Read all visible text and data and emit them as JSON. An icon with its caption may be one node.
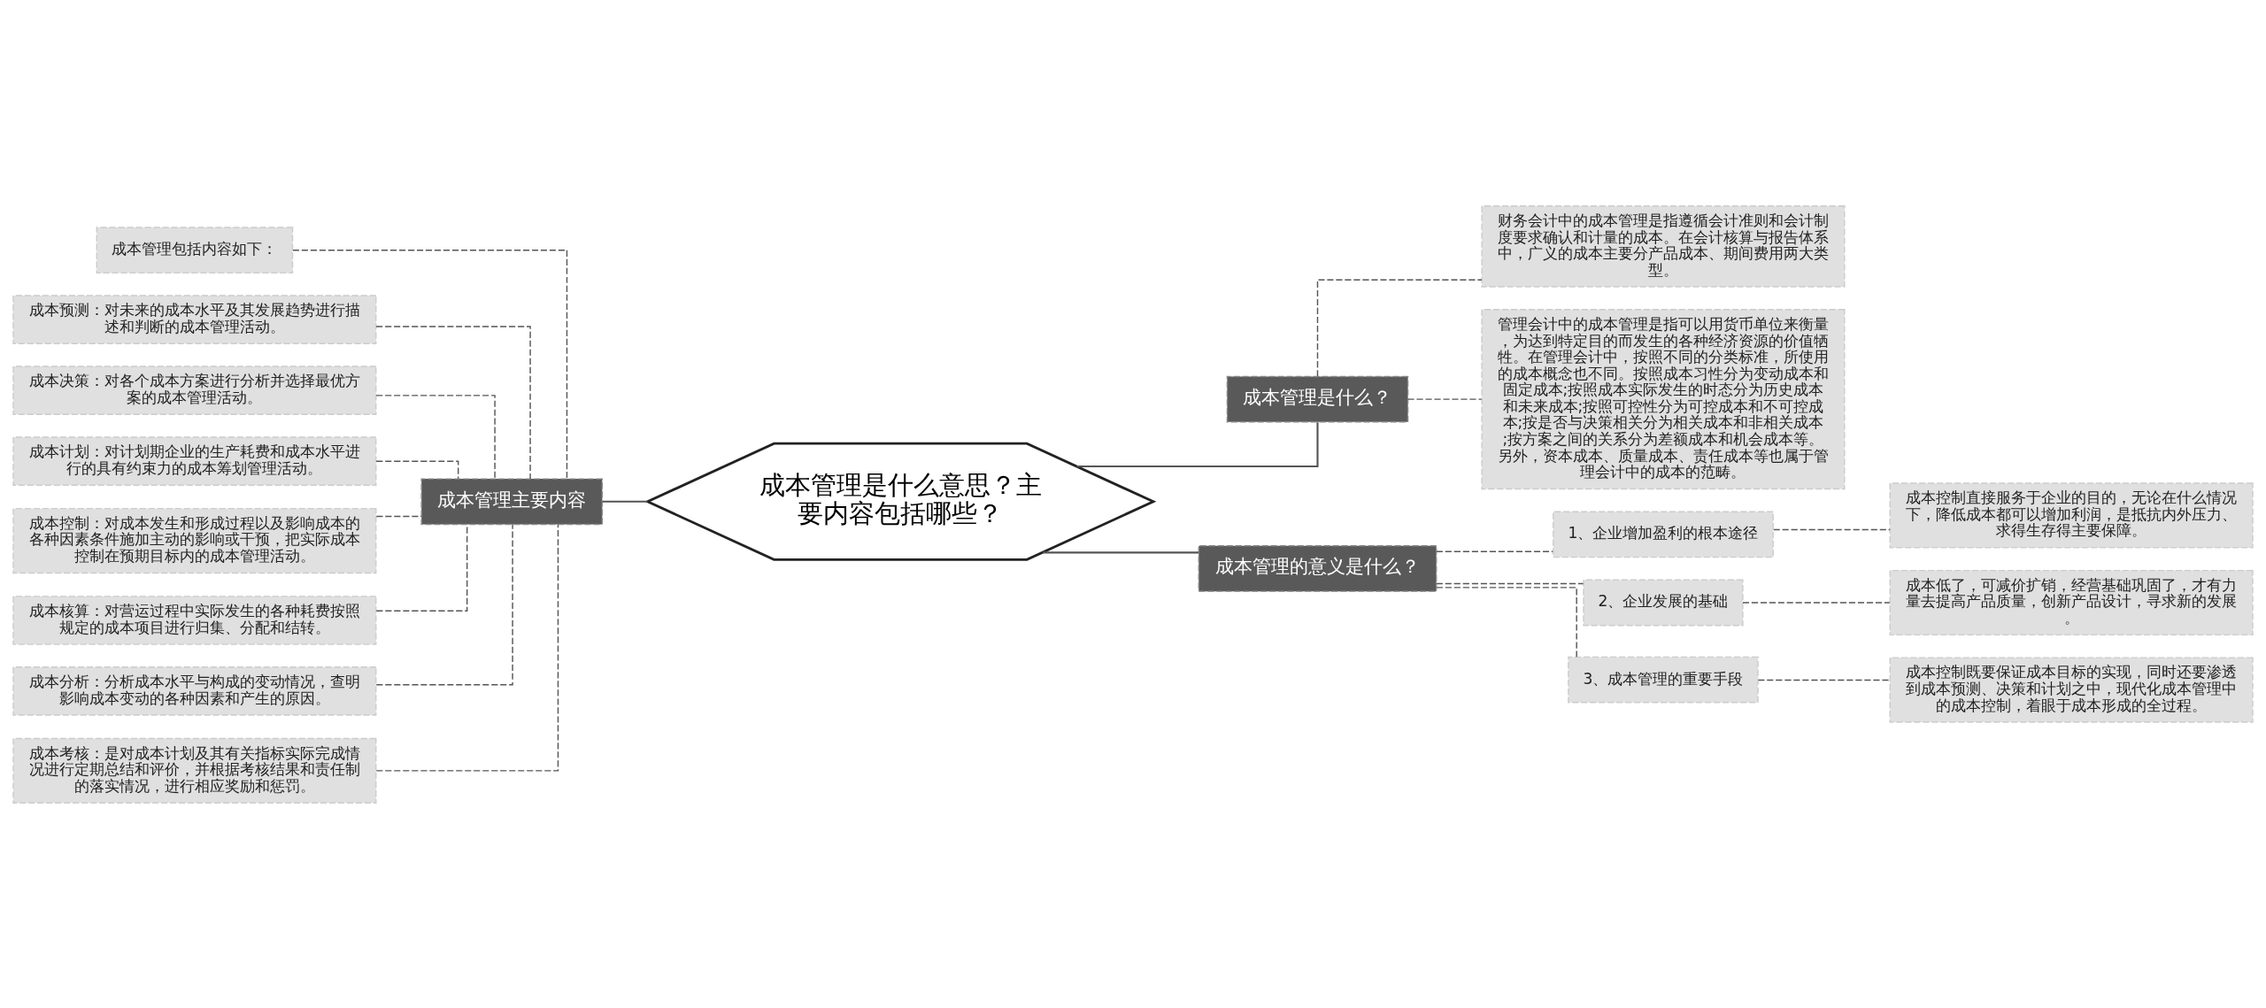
{
  "diagram": {
    "nodes": [
      {
        "text": [
          "成本管理是什么意思？主要内容包括哪些？"
        ]
      },
      {
        "text": [
          "成本管理主要内容"
        ]
      },
      {
        "text": [
          "成本管理包括内容如下："
        ]
      },
      {
        "text": [
          "成本预测：对未来的成本水平及其发展趋势进行描述和判断的成本管理活动。"
        ]
      },
      {
        "text": [
          "成本决策：对各个成本方案进行分析并选择最优方案的成本管理活动。"
        ]
      },
      {
        "text": [
          "成本计划：对计划期企业的生产耗费和成本水平进行的具有约束力的成本筹划管理活动。"
        ]
      },
      {
        "text": [
          "成本控制：对成本发生和形成过程以及影响成本的各种因素条件施加主动的影响或干预，把实际成本控制在预期目标内的成本管理活动。"
        ]
      },
      {
        "text": [
          "成本核算：对营运过程中实际发生的各种耗费按照规定的成本项目进行归集、分配和结转。"
        ]
      },
      {
        "text": [
          "成本分析：分析成本水平与构成的变动情况，查明影响成本变动的各种因素和产生的原因。"
        ]
      },
      {
        "text": [
          "成本考核：是对成本计划及其有关指标实际完成情况进行定期总结和评价，并根据考核结果和责任制的落实情况，进行相应奖励和惩罚。"
        ]
      },
      {
        "text": [
          "成本管理是什么？"
        ]
      },
      {
        "text": [
          "财务会计中的成本管理是指遵循会计准则和会计制度要求确认和计量的成本。在会计核算与报告体系中，广义的成本主要分产品成本、期间费用两大类型。"
        ]
      },
      {
        "text": [
          "管理会计中的成本管理是指可以用货币单位来衡量，为达到特定目的而发生的各种经济资源的价值牺牲。在管理会计中，按照不同的分类标准，所使用的成本概念也不同。按照成本习性分为变动成本和固定成本;按照成本实际发生的时态分为历史成本和未来成本;按照可控性分为可控成本和不可控成本;按是否与决策相关分为相关成本和非相关成本;按方案之间的关系分为差额成本和机会成本等。另外，资本成本、质量成本、责任成本等也属于管理会计中的成本的范畴。"
        ]
      },
      {
        "text": [
          "成本管理的意义是什么？"
        ]
      },
      {
        "text": [
          "1、企业增加盈利的根本途径"
        ]
      },
      {
        "text": [
          "成本控制直接服务于企业的目的，无论在什么情况下，降低成本都可以增加利润，是抵抗内外压力、求得生存得主要保障。"
        ]
      },
      {
        "text": [
          "2、企业发展的基础"
        ]
      },
      {
        "text": [
          "成本低了，可减价扩销，经营基础巩固了，才有力量去提高产品质量，创新产品设计，寻求新的发展。"
        ]
      },
      {
        "text": [
          "3、成本管理的重要手段"
        ]
      },
      {
        "text": [
          "成本控制既要保证成本目标的实现，同时还要渗透到成本预测、决策和计划之中，现代化成本管理中的成本控制，着眼于成本形成的全过程。"
        ]
      }
    ],
    "edges": [
      {
        "from": 0,
        "to": 1,
        "arrow": "none"
      },
      {
        "from": 1,
        "to": 2,
        "arrow": "none",
        "style": "dashed"
      },
      {
        "from": 1,
        "to": 3,
        "arrow": "none",
        "style": "dashed"
      },
      {
        "from": 1,
        "to": 4,
        "arrow": "none",
        "style": "dashed"
      },
      {
        "from": 1,
        "to": 5,
        "arrow": "none",
        "style": "dashed"
      },
      {
        "from": 1,
        "to": 6,
        "arrow": "none",
        "style": "dashed"
      },
      {
        "from": 1,
        "to": 7,
        "arrow": "none",
        "style": "dashed"
      },
      {
        "from": 1,
        "to": 8,
        "arrow": "none",
        "style": "dashed"
      },
      {
        "from": 1,
        "to": 9,
        "arrow": "none",
        "style": "dashed"
      },
      {
        "from": 0,
        "to": 10,
        "arrow": "none"
      },
      {
        "from": 10,
        "to": 11,
        "arrow": "none",
        "style": "dashed"
      },
      {
        "from": 10,
        "to": 12,
        "arrow": "none",
        "style": "dashed"
      },
      {
        "from": 0,
        "to": 13,
        "arrow": "none"
      },
      {
        "from": 13,
        "to": 14,
        "arrow": "none",
        "style": "dashed"
      },
      {
        "from": 13,
        "to": 16,
        "arrow": "none",
        "style": "dashed"
      },
      {
        "from": 13,
        "to": 18,
        "arrow": "none",
        "style": "dashed"
      },
      {
        "from": 14,
        "to": 15,
        "arrow": "none",
        "style": "dashed"
      },
      {
        "from": 16,
        "to": 17,
        "arrow": "none",
        "style": "dashed"
      },
      {
        "from": 18,
        "to": 19,
        "arrow": "none",
        "style": "dashed"
      }
    ]
  }
}
